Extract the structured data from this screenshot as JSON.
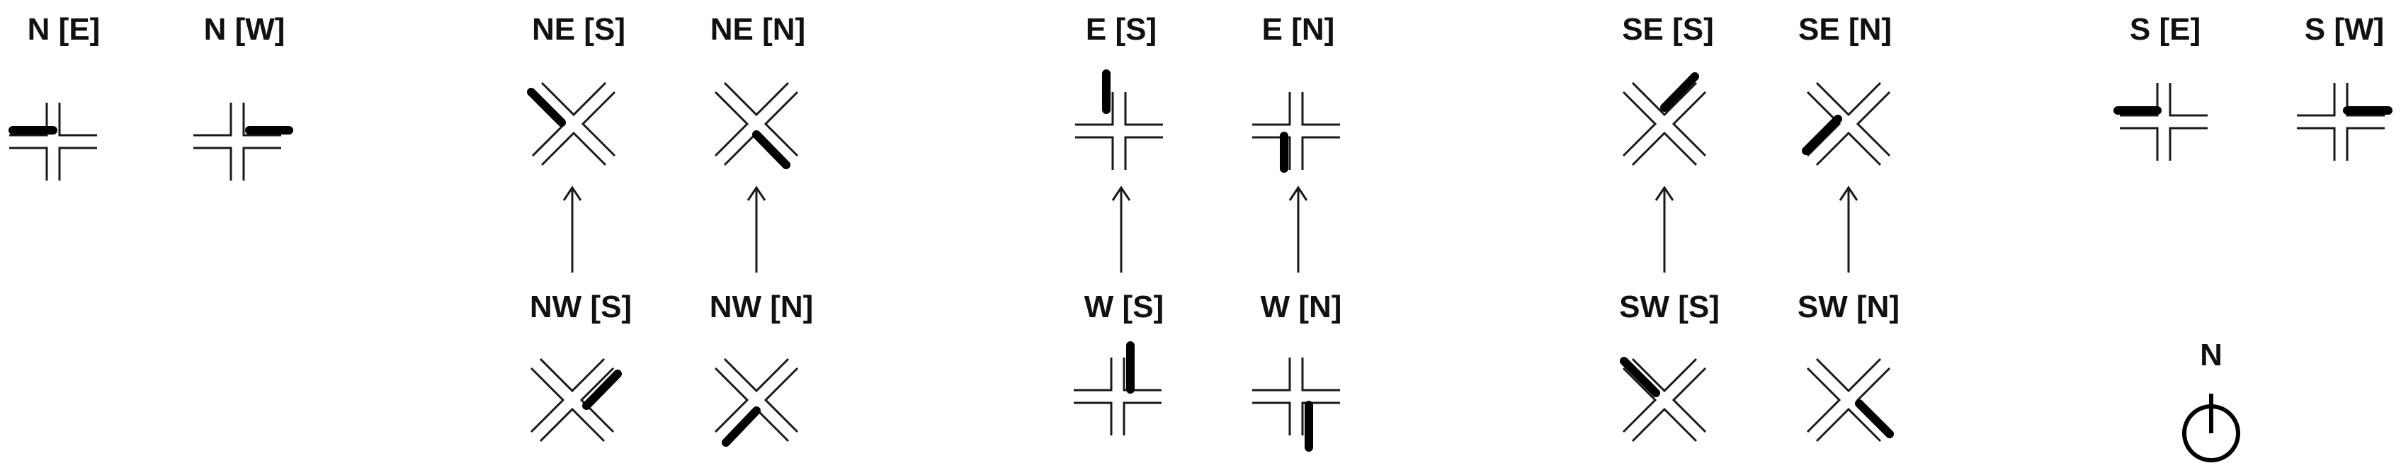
{
  "diagram": {
    "labels": {
      "n_e": "N [E]",
      "n_w": "N [W]",
      "ne_s": "NE [S]",
      "ne_n": "NE [N]",
      "nw_s": "NW [S]",
      "nw_n": "NW [N]",
      "e_s": "E [S]",
      "e_n": "E [N]",
      "w_s": "W [S]",
      "w_n": "W [N]",
      "se_s": "SE [S]",
      "se_n": "SE [N]",
      "sw_s": "SW [S]",
      "sw_n": "SW [N]",
      "s_e": "S [E]",
      "s_w": "S [W]",
      "compass": "N"
    },
    "colors": {
      "line": "#1a1a1a",
      "highlight": "#000000",
      "background": "#ffffff"
    }
  }
}
